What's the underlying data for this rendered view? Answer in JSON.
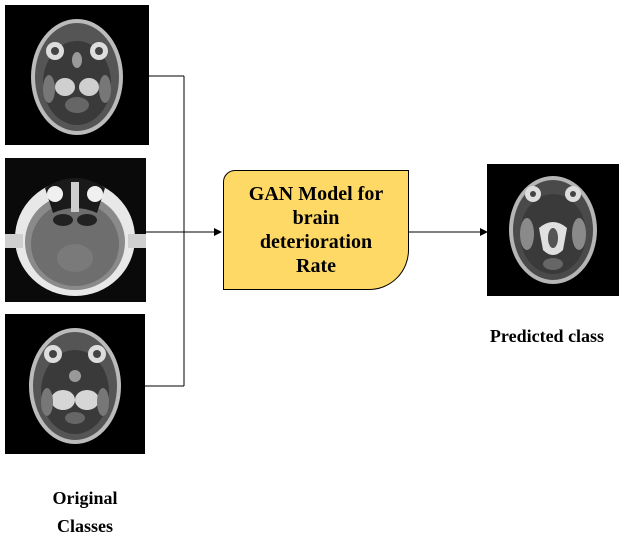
{
  "model": {
    "label": "GAN Model for\nbrain\ndeterioration\nRate"
  },
  "captions": {
    "predicted": "Predicted class",
    "original": "Original\nClasses"
  },
  "images": [
    {
      "role": "input",
      "icon": "mri-axial-scan-t2"
    },
    {
      "role": "input",
      "icon": "mri-axial-scan-flair"
    },
    {
      "role": "input",
      "icon": "mri-axial-scan-t2"
    },
    {
      "role": "output",
      "icon": "mri-axial-scan-t2"
    }
  ],
  "colors": {
    "model_fill": "#ffd966",
    "line": "#000000"
  }
}
